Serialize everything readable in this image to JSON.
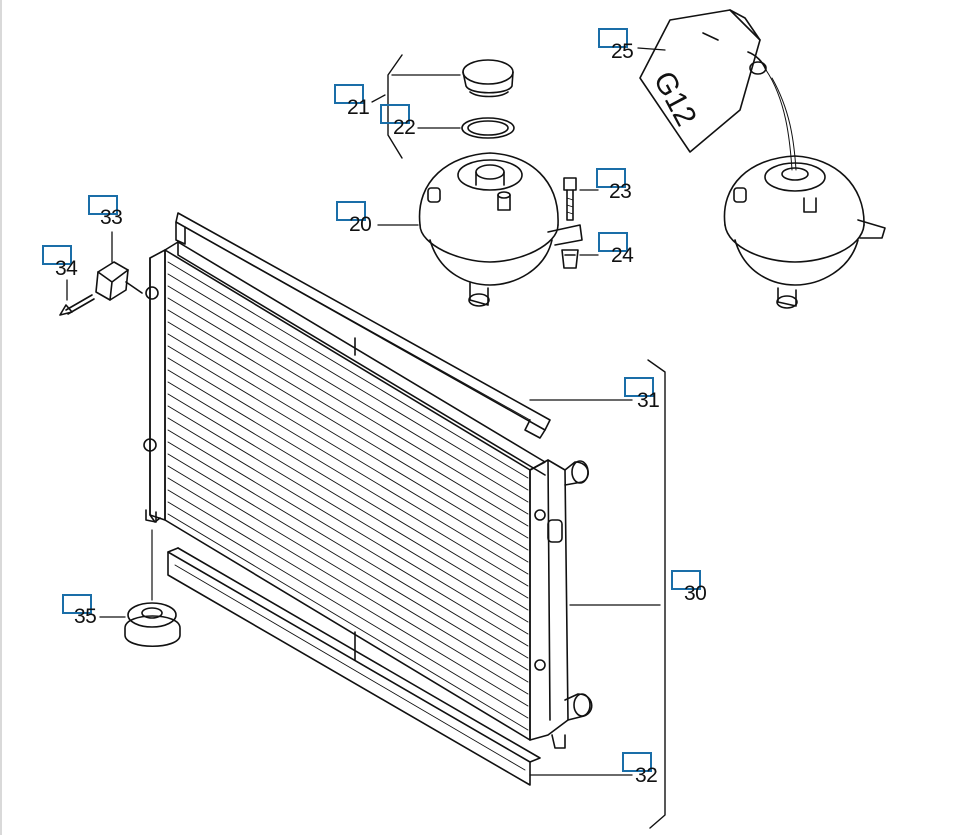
{
  "callouts": [
    {
      "id": "20",
      "label": "20"
    },
    {
      "id": "21",
      "label": "21"
    },
    {
      "id": "22",
      "label": "22"
    },
    {
      "id": "23",
      "label": "23"
    },
    {
      "id": "24",
      "label": "24"
    },
    {
      "id": "25",
      "label": "25"
    },
    {
      "id": "30",
      "label": "30"
    },
    {
      "id": "31",
      "label": "31"
    },
    {
      "id": "32",
      "label": "32"
    },
    {
      "id": "33",
      "label": "33"
    },
    {
      "id": "34",
      "label": "34"
    },
    {
      "id": "35",
      "label": "35"
    }
  ],
  "coolant_bottle": {
    "marking": "G12"
  },
  "colors": {
    "hotspot_border": "#1a6ea8",
    "line": "#111111",
    "background": "#ffffff"
  }
}
